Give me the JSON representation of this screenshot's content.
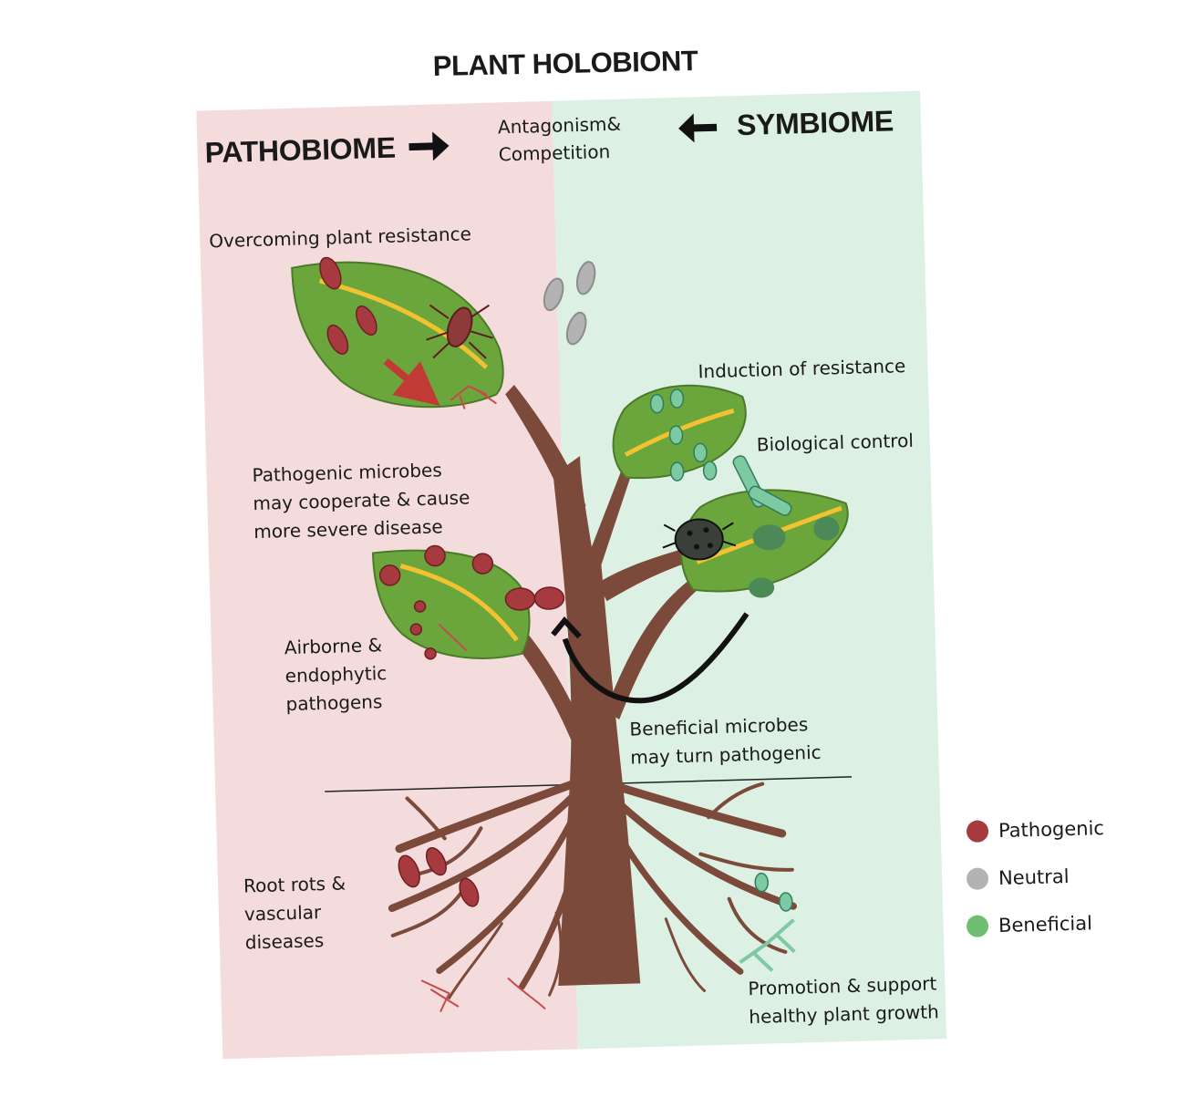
{
  "title": "PLANT HOLOBIONT",
  "headers": {
    "left": "PATHOBIOME",
    "right": "SYMBIOME",
    "center_line1": "Antagonism&",
    "center_line2": "Competition"
  },
  "labels": {
    "overcoming": "Overcoming plant resistance",
    "cooperate_1": "Pathogenic microbes",
    "cooperate_2": "may cooperate & cause",
    "cooperate_3": "more severe disease",
    "airborne_1": "Airborne &",
    "airborne_2": "endophytic",
    "airborne_3": "pathogens",
    "root_1": "Root rots &",
    "root_2": "vascular",
    "root_3": "diseases",
    "induction": "Induction of resistance",
    "biocontrol": "Biological control",
    "beneficial_1": "Beneficial microbes",
    "beneficial_2": "may turn pathogenic",
    "promotion_1": "Promotion & support",
    "promotion_2": "healthy plant growth"
  },
  "legend": [
    {
      "label": "Pathogenic",
      "color": "#a63a3f"
    },
    {
      "label": "Neutral",
      "color": "#b3b3b3"
    },
    {
      "label": "Beneficial",
      "color": "#6fbf73"
    }
  ],
  "colors": {
    "pathobiome_bg": "#f5dcdc",
    "symbiome_bg": "#dcf1e4",
    "trunk": "#7b4a3a",
    "leaf": "#6aa63c",
    "vein": "#f2c230"
  }
}
